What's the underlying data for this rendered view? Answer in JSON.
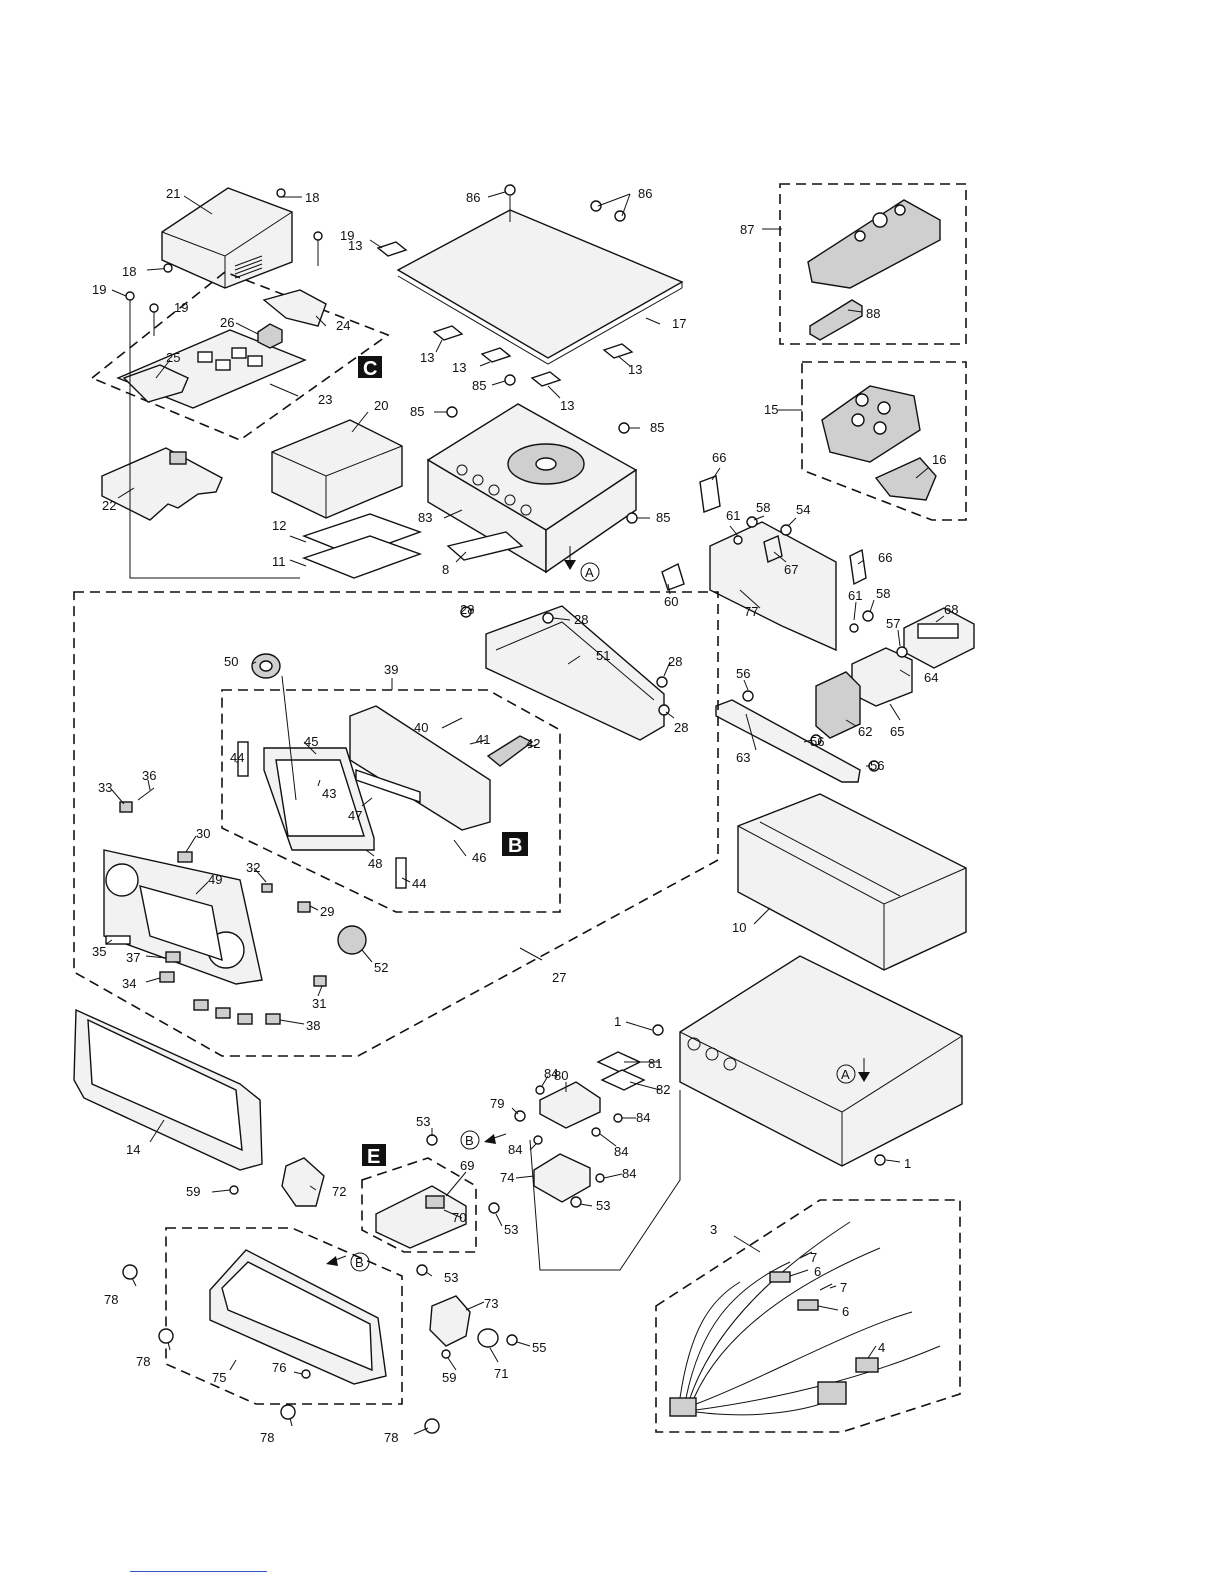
{
  "labels": {
    "l21": "21",
    "l18a": "18",
    "l18b": "18",
    "l19a": "19",
    "l19b": "19",
    "l19c": "19",
    "l26": "26",
    "l24": "24",
    "l25": "25",
    "l23": "23",
    "l20": "20",
    "l22": "22",
    "l12": "12",
    "l11": "11",
    "l86a": "86",
    "l86b": "86",
    "l13a": "13",
    "l13b": "13",
    "l13c": "13",
    "l13d": "13",
    "l13e": "13",
    "l17": "17",
    "l85a": "85",
    "l85b": "85",
    "l85c": "85",
    "l85d": "85",
    "l83": "83",
    "l8": "8",
    "l87": "87",
    "l88": "88",
    "l15": "15",
    "l16": "16",
    "l66a": "66",
    "l66b": "66",
    "l61a": "61",
    "l61b": "61",
    "l58a": "58",
    "l58b": "58",
    "l54": "54",
    "l67": "67",
    "l60": "60",
    "l77": "77",
    "l68": "68",
    "l57": "57",
    "l64": "64",
    "l62": "62",
    "l65": "65",
    "l56a": "56",
    "l56b": "56",
    "l56c": "56",
    "l63": "63",
    "l28a": "28",
    "l28b": "28",
    "l28c": "28",
    "l28d": "28",
    "l51": "51",
    "l50": "50",
    "l39": "39",
    "l40": "40",
    "l41": "41",
    "l42": "42",
    "l44a": "44",
    "l44b": "44",
    "l45": "45",
    "l43": "43",
    "l47": "47",
    "l46": "46",
    "l48": "48",
    "l33": "33",
    "l36": "36",
    "l30": "30",
    "l32": "32",
    "l49": "49",
    "l29": "29",
    "l35": "35",
    "l37": "37",
    "l34": "34",
    "l52": "52",
    "l31": "31",
    "l38": "38",
    "l27": "27",
    "l10": "10",
    "l1a": "1",
    "l1b": "1",
    "l14": "14",
    "l84a": "84",
    "l84b": "84",
    "l84c": "84",
    "l84d": "84",
    "l80": "80",
    "l81": "81",
    "l82": "82",
    "l79": "79",
    "l74": "74",
    "l53a": "53",
    "l53b": "53",
    "l53c": "53",
    "l53d": "53",
    "l69": "69",
    "l70": "70",
    "l59a": "59",
    "l59b": "59",
    "l72": "72",
    "l78a": "78",
    "l78b": "78",
    "l78c": "78",
    "l78d": "78",
    "l75": "75",
    "l76": "76",
    "l73": "73",
    "l71": "71",
    "l55": "55",
    "l3": "3",
    "l7a": "7",
    "l7b": "7",
    "l6a": "6",
    "l6b": "6",
    "l4": "4"
  },
  "section_markers": {
    "c": "C",
    "b": "B",
    "e": "E"
  },
  "reference_markers": {
    "a1": "A",
    "a2": "A",
    "b1": "B",
    "b2": "B"
  }
}
